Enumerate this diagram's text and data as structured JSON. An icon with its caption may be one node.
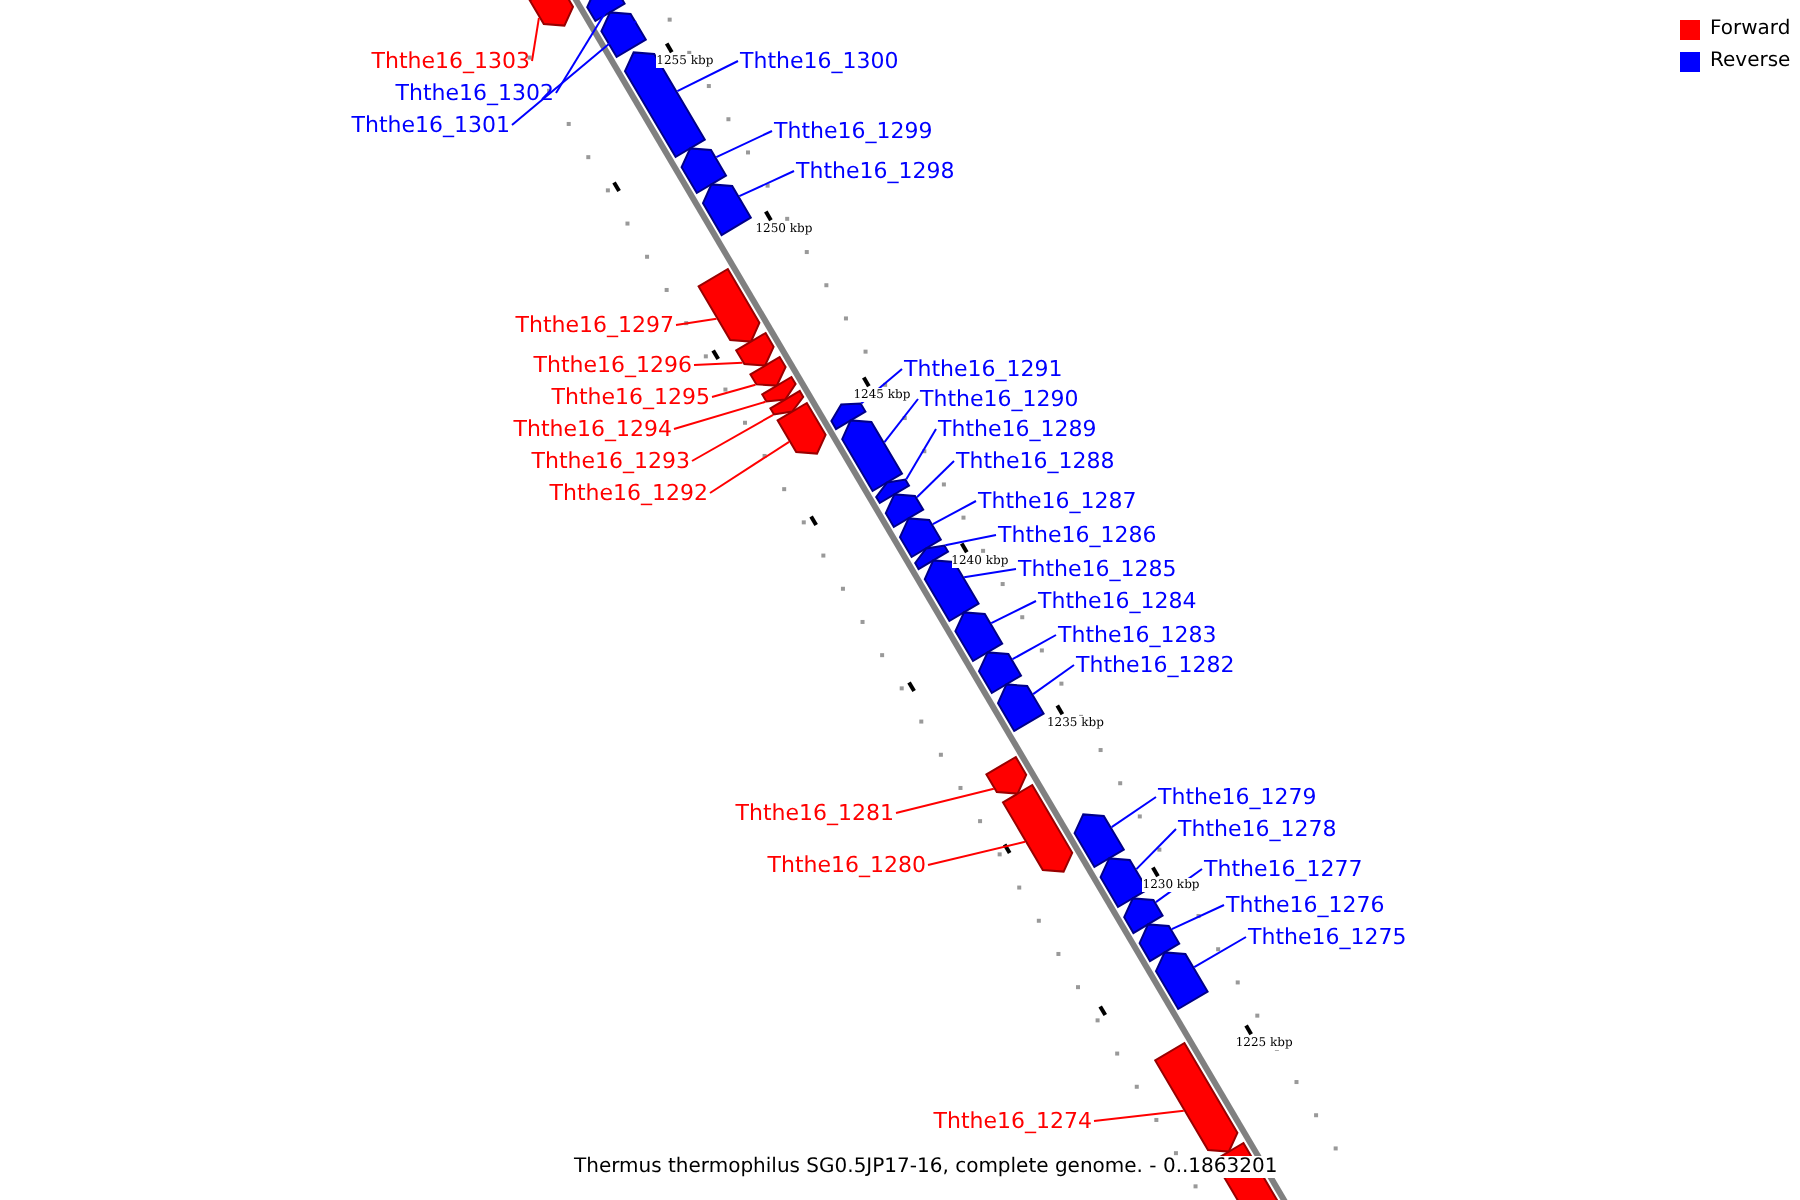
{
  "diagram": {
    "caption": "Thermus thermophilus SG0.5JP17-16, complete genome. - 0..1863201",
    "nodes": [
      {
        "text": [
          "Ththe16_1303"
        ]
      },
      {
        "text": [
          "Ththe16_1302"
        ]
      },
      {
        "text": [
          "Ththe16_1301"
        ]
      },
      {
        "text": [
          "Ththe16_1300"
        ]
      },
      {
        "text": [
          "Ththe16_1299"
        ]
      },
      {
        "text": [
          "Ththe16_1298"
        ]
      },
      {
        "text": [
          "Ththe16_1297"
        ]
      },
      {
        "text": [
          "Ththe16_1296"
        ]
      },
      {
        "text": [
          "Ththe16_1295"
        ]
      },
      {
        "text": [
          "Ththe16_1294"
        ]
      },
      {
        "text": [
          "Ththe16_1293"
        ]
      },
      {
        "text": [
          "Ththe16_1292"
        ]
      },
      {
        "text": [
          "Ththe16_1291"
        ]
      },
      {
        "text": [
          "Ththe16_1290"
        ]
      },
      {
        "text": [
          "Ththe16_1289"
        ]
      },
      {
        "text": [
          "Ththe16_1288"
        ]
      },
      {
        "text": [
          "Ththe16_1287"
        ]
      },
      {
        "text": [
          "Ththe16_1286"
        ]
      },
      {
        "text": [
          "Ththe16_1285"
        ]
      },
      {
        "text": [
          "Ththe16_1284"
        ]
      },
      {
        "text": [
          "Ththe16_1283"
        ]
      },
      {
        "text": [
          "Ththe16_1282"
        ]
      },
      {
        "text": [
          "Ththe16_1281"
        ]
      },
      {
        "text": [
          "Ththe16_1280"
        ]
      },
      {
        "text": [
          "Ththe16_1279"
        ]
      },
      {
        "text": [
          "Ththe16_1278"
        ]
      },
      {
        "text": [
          "Ththe16_1277"
        ]
      },
      {
        "text": [
          "Ththe16_1276"
        ]
      },
      {
        "text": [
          "Ththe16_1275"
        ]
      },
      {
        "text": [
          "Ththe16_1274"
        ]
      },
      {
        "text": [],
        "shape": "bar"
      },
      {
        "text": [],
        "shape": "bar"
      },
      {
        "text": [],
        "shape": "bar"
      },
      {
        "text": [],
        "shape": "bar"
      },
      {
        "text": [],
        "shape": "bar"
      },
      {
        "text": [],
        "shape": "bar"
      },
      {
        "text": [],
        "shape": "bar"
      },
      {
        "text": [],
        "shape": "bar"
      },
      {
        "text": [],
        "shape": "bar"
      },
      {
        "text": [],
        "shape": "bar"
      },
      {
        "text": [],
        "shape": "bar"
      },
      {
        "text": [],
        "shape": "bar"
      },
      {
        "text": [],
        "shape": "bar"
      },
      {
        "text": [],
        "shape": "bar"
      },
      {
        "text": [],
        "shape": "bar"
      },
      {
        "text": [],
        "shape": "bar"
      },
      {
        "text": [],
        "shape": "bar"
      },
      {
        "text": [],
        "shape": "bar"
      },
      {
        "text": [],
        "shape": "bar"
      },
      {
        "text": [],
        "shape": "bar"
      },
      {
        "text": [],
        "shape": "bar"
      },
      {
        "text": [],
        "shape": "bar"
      },
      {
        "text": [],
        "shape": "bar"
      },
      {
        "text": [],
        "shape": "bar"
      },
      {
        "text": [],
        "shape": "bar"
      },
      {
        "text": [],
        "shape": "bar"
      },
      {
        "text": [],
        "shape": "bar"
      },
      {
        "text": [],
        "shape": "bar"
      },
      {
        "text": [],
        "shape": "bar"
      },
      {
        "text": [],
        "shape": "bar"
      },
      {
        "text": [],
        "shape": "bar"
      }
    ],
    "edges": [
      {
        "from": 0,
        "to": 30,
        "arrow": "none",
        "color": "#ff0000"
      },
      {
        "from": 1,
        "to": 31,
        "arrow": "none"
      },
      {
        "from": 2,
        "to": 32,
        "arrow": "none"
      },
      {
        "from": 3,
        "to": 33,
        "arrow": "none"
      },
      {
        "from": 4,
        "to": 34,
        "arrow": "none"
      },
      {
        "from": 5,
        "to": 35,
        "arrow": "none"
      },
      {
        "from": 6,
        "to": 36,
        "arrow": "none",
        "color": "#ff0000"
      },
      {
        "from": 7,
        "to": 37,
        "arrow": "none",
        "color": "#ff0000"
      },
      {
        "from": 8,
        "to": 38,
        "arrow": "none",
        "color": "#ff0000"
      },
      {
        "from": 9,
        "to": 39,
        "arrow": "none",
        "color": "#ff0000"
      },
      {
        "from": 10,
        "to": 40,
        "arrow": "none",
        "color": "#ff0000"
      },
      {
        "from": 11,
        "to": 41,
        "arrow": "none",
        "color": "#ff0000"
      },
      {
        "from": 12,
        "to": 42,
        "arrow": "none"
      },
      {
        "from": 13,
        "to": 43,
        "arrow": "none"
      },
      {
        "from": 14,
        "to": 44,
        "arrow": "none"
      },
      {
        "from": 15,
        "to": 45,
        "arrow": "none"
      },
      {
        "from": 16,
        "to": 46,
        "arrow": "none"
      },
      {
        "from": 17,
        "to": 47,
        "arrow": "none"
      },
      {
        "from": 18,
        "to": 48,
        "arrow": "none"
      },
      {
        "from": 19,
        "to": 49,
        "arrow": "none"
      },
      {
        "from": 20,
        "to": 50,
        "arrow": "none"
      },
      {
        "from": 21,
        "to": 51,
        "arrow": "none"
      },
      {
        "from": 22,
        "to": 52,
        "arrow": "none",
        "color": "#ff0000"
      },
      {
        "from": 23,
        "to": 53,
        "arrow": "none",
        "color": "#ff0000"
      },
      {
        "from": 24,
        "to": 54,
        "arrow": "none"
      },
      {
        "from": 25,
        "to": 55,
        "arrow": "none"
      },
      {
        "from": 26,
        "to": 56,
        "arrow": "none"
      },
      {
        "from": 27,
        "to": 57,
        "arrow": "none"
      },
      {
        "from": 28,
        "to": 58,
        "arrow": "none"
      },
      {
        "from": 29,
        "to": 59,
        "arrow": "none",
        "color": "#ff0000"
      }
    ],
    "labels": [
      "1255 kbp",
      "1250 kbp",
      "1245 kbp",
      "1240 kbp",
      "1235 kbp",
      "1230 kbp",
      "1225 kbp"
    ],
    "legend": [
      {
        "text": "Forward",
        "color": "#ff0000"
      },
      {
        "text": "Reverse",
        "color": "#0000ff"
      }
    ]
  }
}
